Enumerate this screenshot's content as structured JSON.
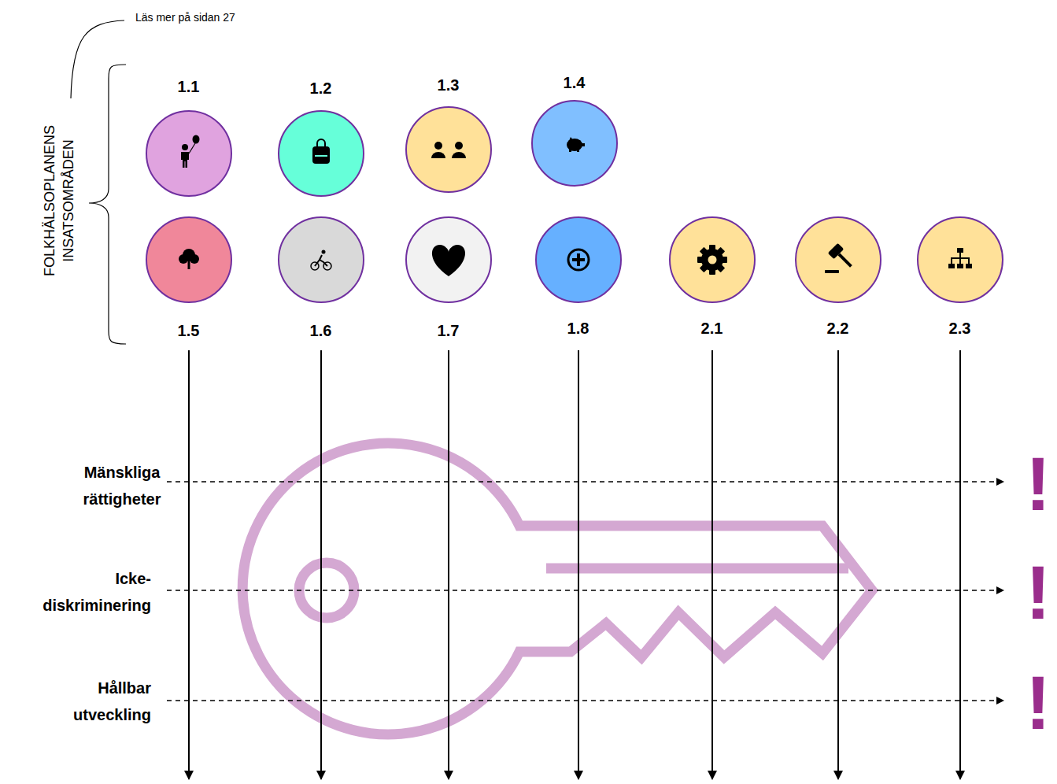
{
  "diagram": {
    "nodes": [
      {
        "text": [
          "1.1"
        ]
      },
      {
        "text": [
          "1.2"
        ]
      },
      {
        "text": [
          "1.3"
        ]
      },
      {
        "text": [
          "1.4"
        ]
      },
      {
        "text": [
          "1.5"
        ]
      },
      {
        "text": [
          "1.6"
        ]
      },
      {
        "text": [
          "1.7"
        ]
      },
      {
        "text": [
          "1.8"
        ]
      },
      {
        "text": [
          "2.1"
        ]
      },
      {
        "text": [
          "2.2"
        ]
      },
      {
        "text": [
          "2.3"
        ]
      }
    ],
    "labels": [
      "Läs mer på sidan 27",
      "FOLKHÄLSOPLANENS INSATSOMRÅDEN",
      "Mänskliga rättigheter",
      "Icke-diskriminering",
      "Hållbar utveckling",
      "!",
      "!",
      "!"
    ]
  }
}
